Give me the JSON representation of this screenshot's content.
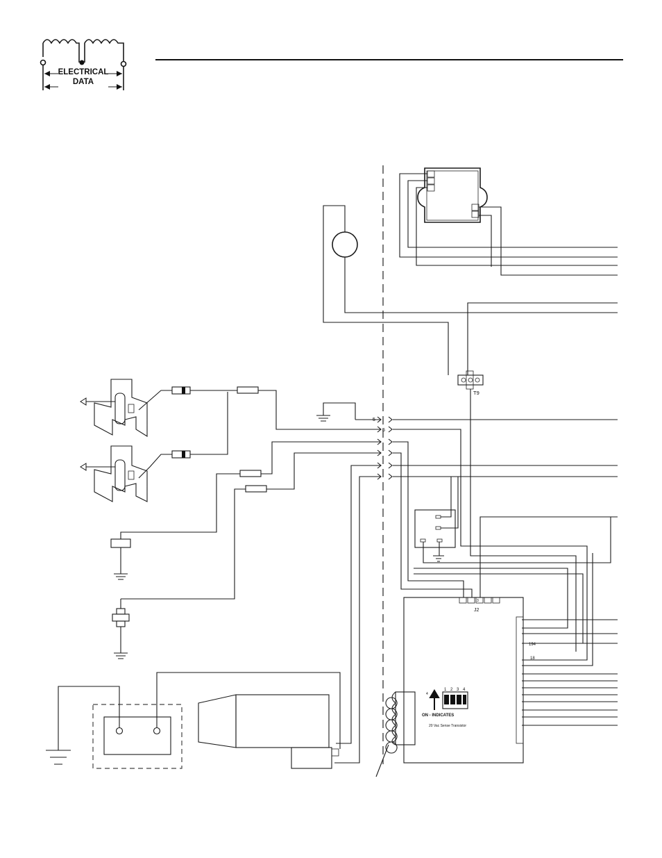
{
  "header": {
    "logo_line1": "ELECTRICAL",
    "logo_line2": "DATA"
  },
  "labels": {
    "terminal_block": "T9",
    "wire_5": "5",
    "connector_j2": "J2",
    "j2_pin": "3",
    "wire_194": "194",
    "wire_18": "18",
    "dip_arrow": "ON - INDICATES",
    "dip_numbers": [
      "1",
      "2",
      "3",
      "4"
    ],
    "dip_side": "4",
    "controller_note": "20 Vac Sense Transistor"
  },
  "colors": {
    "line": "#1a1a1a",
    "background": "#ffffff"
  }
}
